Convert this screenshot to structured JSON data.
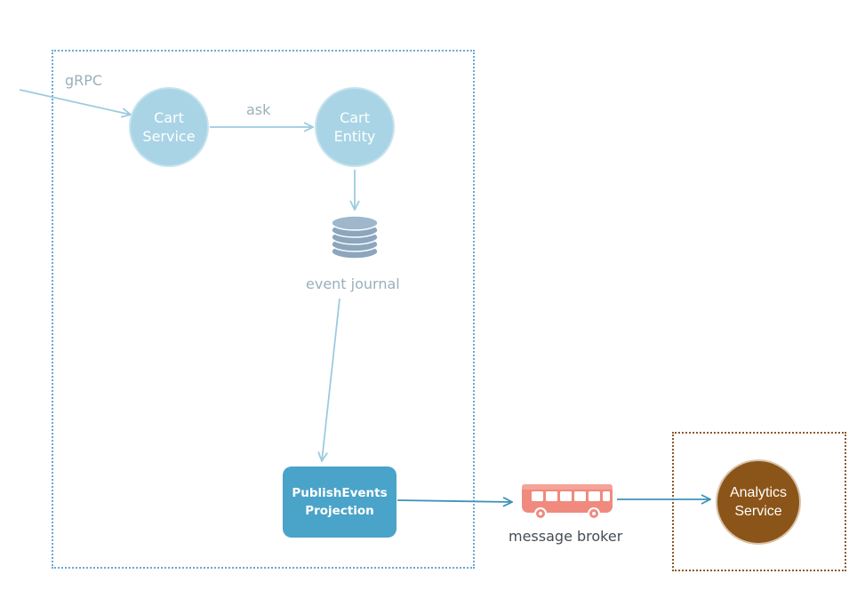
{
  "nodes": {
    "cart_service": {
      "label": "Cart\nService"
    },
    "cart_entity": {
      "label": "Cart\nEntity"
    },
    "event_journal": {
      "label": "event journal"
    },
    "projection": {
      "label": "PublishEvents\nProjection"
    },
    "message_broker": {
      "label": "message broker"
    },
    "analytics_service": {
      "label": "Analytics\nService"
    }
  },
  "edges": {
    "grpc": {
      "label": "gRPC"
    },
    "ask": {
      "label": "ask"
    }
  },
  "colors": {
    "light_blue": "#a9d4e5",
    "arrow_light": "#9ccbe0",
    "arrow_dark": "#3f92b8",
    "projection_blue": "#4aa3c9",
    "bus_salmon": "#f08a7e",
    "analytics_brown": "#8b5418"
  },
  "icons": [
    "database-icon",
    "bus-icon"
  ]
}
